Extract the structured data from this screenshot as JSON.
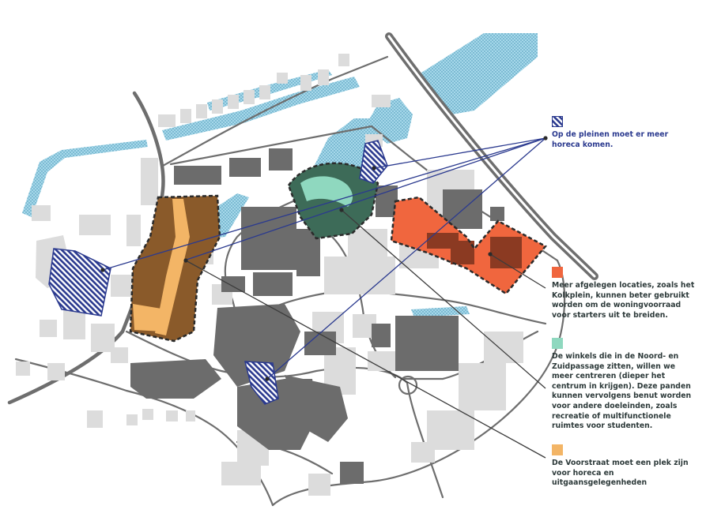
{
  "colors": {
    "water": "#9fd3e6",
    "water_dots": "#3f8fb0",
    "building_light": "#dcdcdc",
    "building_dark": "#6c6c6c",
    "road": "#6e6e6e",
    "horeca_hatch": "#2b3a8f",
    "woningvoorraad": "#f0663e",
    "winkels": "#8fd8bf",
    "voorstraat": "#f3b566",
    "leader": "#3c3c3c"
  },
  "legend": [
    {
      "id": "pleinen",
      "swatch": "hatch",
      "icon": "hatch-swatch-icon",
      "text": "Op de pleinen moet er meer horeca komen."
    },
    {
      "id": "afgelegen",
      "swatch": "#f0663e",
      "icon": "orange-swatch-icon",
      "text": "Meer afgelegen locaties, zoals het Kolkplein, kunnen beter gebruikt worden om de woningvoorraad voor starters uit te breiden."
    },
    {
      "id": "winkels",
      "swatch": "#8fd8bf",
      "icon": "mint-swatch-icon",
      "text": "De winkels die in de Noord- en Zuidpassage zitten, willen we meer centreren (dieper het centrum in krijgen). Deze panden kunnen vervolgens benut worden voor andere doeleinden, zoals recreatie of multifunctionele ruimtes voor studenten."
    },
    {
      "id": "voorstraat",
      "swatch": "#f3b566",
      "icon": "amber-swatch-icon",
      "text": "De Voorstraat moet een plek zijn voor horeca en uitgaansgelegenheden"
    }
  ]
}
